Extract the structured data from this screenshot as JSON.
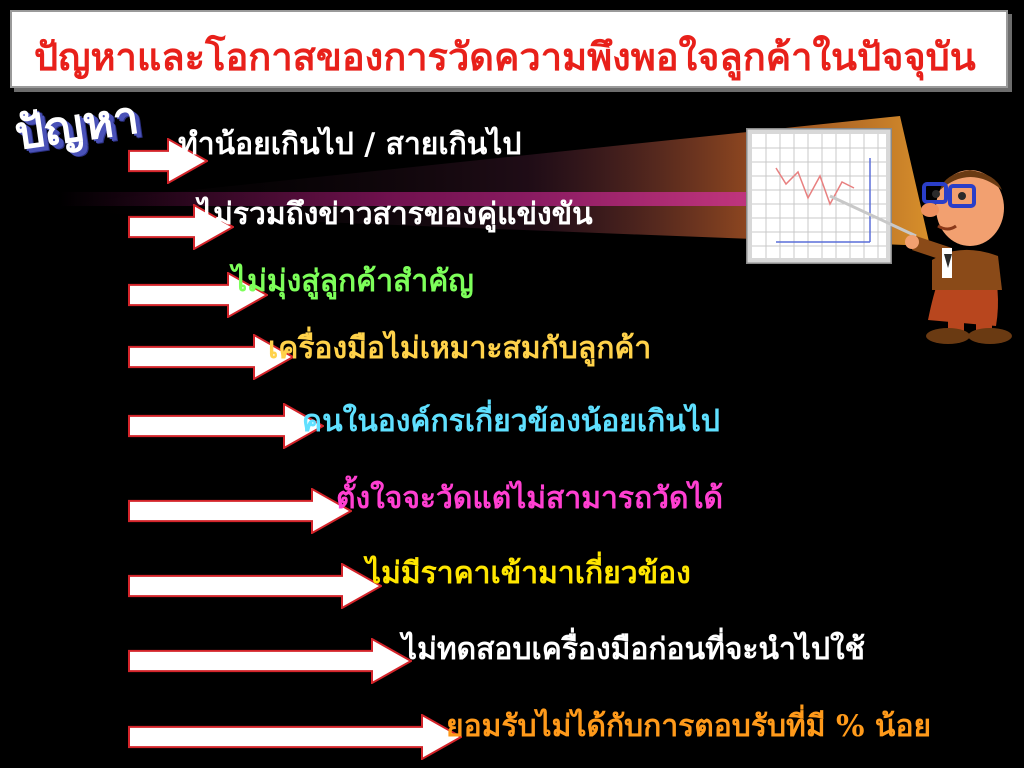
{
  "slide": {
    "title": "ปัญหาและโอกาสของการวัดความพึงพอใจลูกค้าในปัจจุบัน",
    "heading": "ปัญหา",
    "colors": {
      "title": "#e8201a",
      "heading_shadow": "#4a52b8",
      "arrow_fill": "#ffffff",
      "arrow_stroke": "#d4242a"
    },
    "items": [
      {
        "text": "ทำน้อยเกินไป / สายเกินไป",
        "color": "#ffffff"
      },
      {
        "text": "ไม่รวมถึงข่าวสารของคู่แข่งขัน",
        "color": "#ffffff"
      },
      {
        "text": "ไม่มุ่งสู่ลูกค้าสำคัญ",
        "color": "#7dff5a"
      },
      {
        "text": "เครื่องมือไม่เหมาะสมกับลูกค้า",
        "color": "#ffd24a"
      },
      {
        "text": "คนในองค์กรเกี่ยวข้องน้อยเกินไป",
        "color": "#5fe0ff"
      },
      {
        "text": "ตั้งใจจะวัดแต่ไม่สามารถวัดได้",
        "color": "#ff3fd1"
      },
      {
        "text": "ไม่มีราคาเข้ามาเกี่ยวข้อง",
        "color": "#ffe600"
      },
      {
        "text": "ไม่ทดสอบเครื่องมือก่อนที่จะนำไปใช้",
        "color": "#ffffff"
      },
      {
        "text": "ยอมรับไม่ได้กับการตอบรับที่มี %  น้อย",
        "color": "#ff9a1a"
      }
    ],
    "illustration": {
      "board_icon": "chart-board-icon",
      "character_icon": "teacher-pointing-icon"
    }
  }
}
